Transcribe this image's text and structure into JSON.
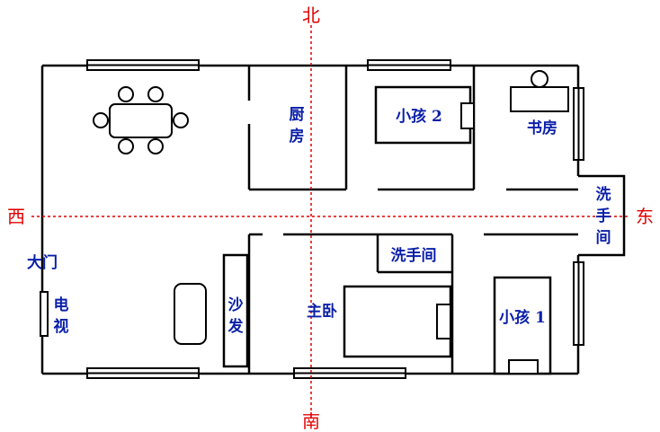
{
  "directions": {
    "north": "北",
    "south": "南",
    "west": "西",
    "east": "东"
  },
  "rooms": {
    "kitchen": [
      "厨",
      "房"
    ],
    "child2": "小孩 2",
    "study": "书房",
    "bathroom_east": [
      "洗",
      "手",
      "间"
    ],
    "bathroom_center": "洗手间",
    "master": "主卧",
    "child1": "小孩 1",
    "sofa": [
      "沙",
      "发"
    ],
    "tv": [
      "电",
      "视"
    ],
    "entrance": "大门"
  },
  "colors": {
    "wall": "#000000",
    "label": "#0a1fa8",
    "axis": "#e00000",
    "background": "#ffffff"
  },
  "icons": [
    "dining-table-icon",
    "chair-icon",
    "bed-icon",
    "pillow-icon",
    "desk-icon",
    "sofa-icon",
    "tv-icon",
    "window-icon",
    "compass-axis"
  ]
}
